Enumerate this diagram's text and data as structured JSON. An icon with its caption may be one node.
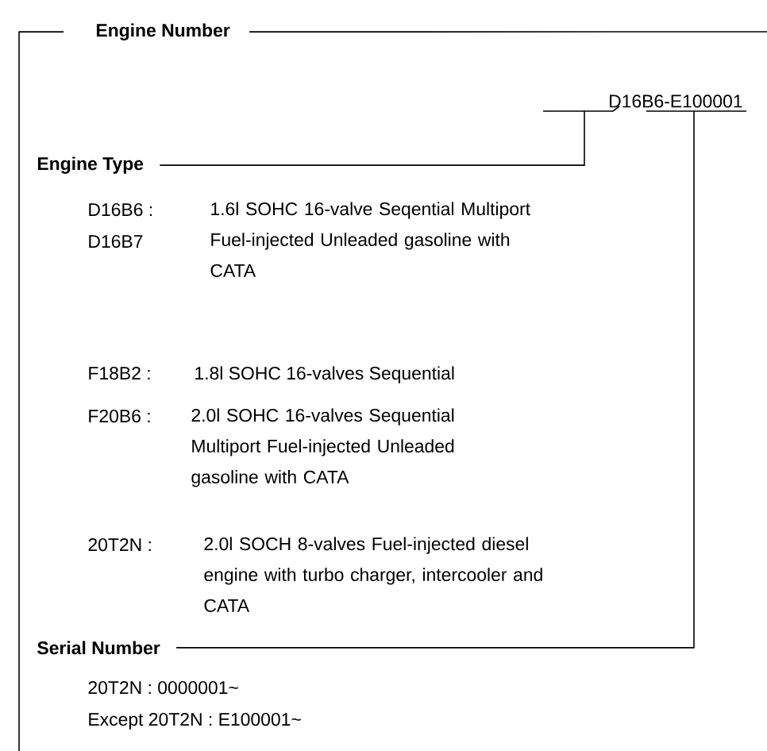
{
  "diagram": {
    "nodes": [
      {
        "text": [
          "Engine Number"
        ]
      },
      {
        "text": [
          "D16B6-E100001"
        ],
        "in": 0
      },
      {
        "text": [
          "Engine Type"
        ],
        "in": 0
      },
      {
        "text": [
          "Serial Number"
        ],
        "in": 0
      }
    ],
    "edges": [
      {
        "from": 2,
        "to": 1,
        "arrow": "none"
      },
      {
        "from": 3,
        "to": 1,
        "arrow": "none"
      }
    ],
    "labels": [
      "D16B6 :",
      "D16B7",
      "1.6l SOHC 16-valve Seqential Multiport Fuel-injected Unleaded gasoline with CATA",
      "F18B2 :",
      "1.8l SOHC 16-valves Sequential",
      "F20B6 :",
      "2.0l SOHC 16-valves Sequential Multiport Fuel-injected Unleaded gasoline with CATA",
      "20T2N :",
      "2.0l SOCH 8-valves Fuel-injected diesel engine with turbo charger, intercooler and CATA",
      "20T2N : 0000001~",
      "Except 20T2N : E100001~"
    ]
  }
}
